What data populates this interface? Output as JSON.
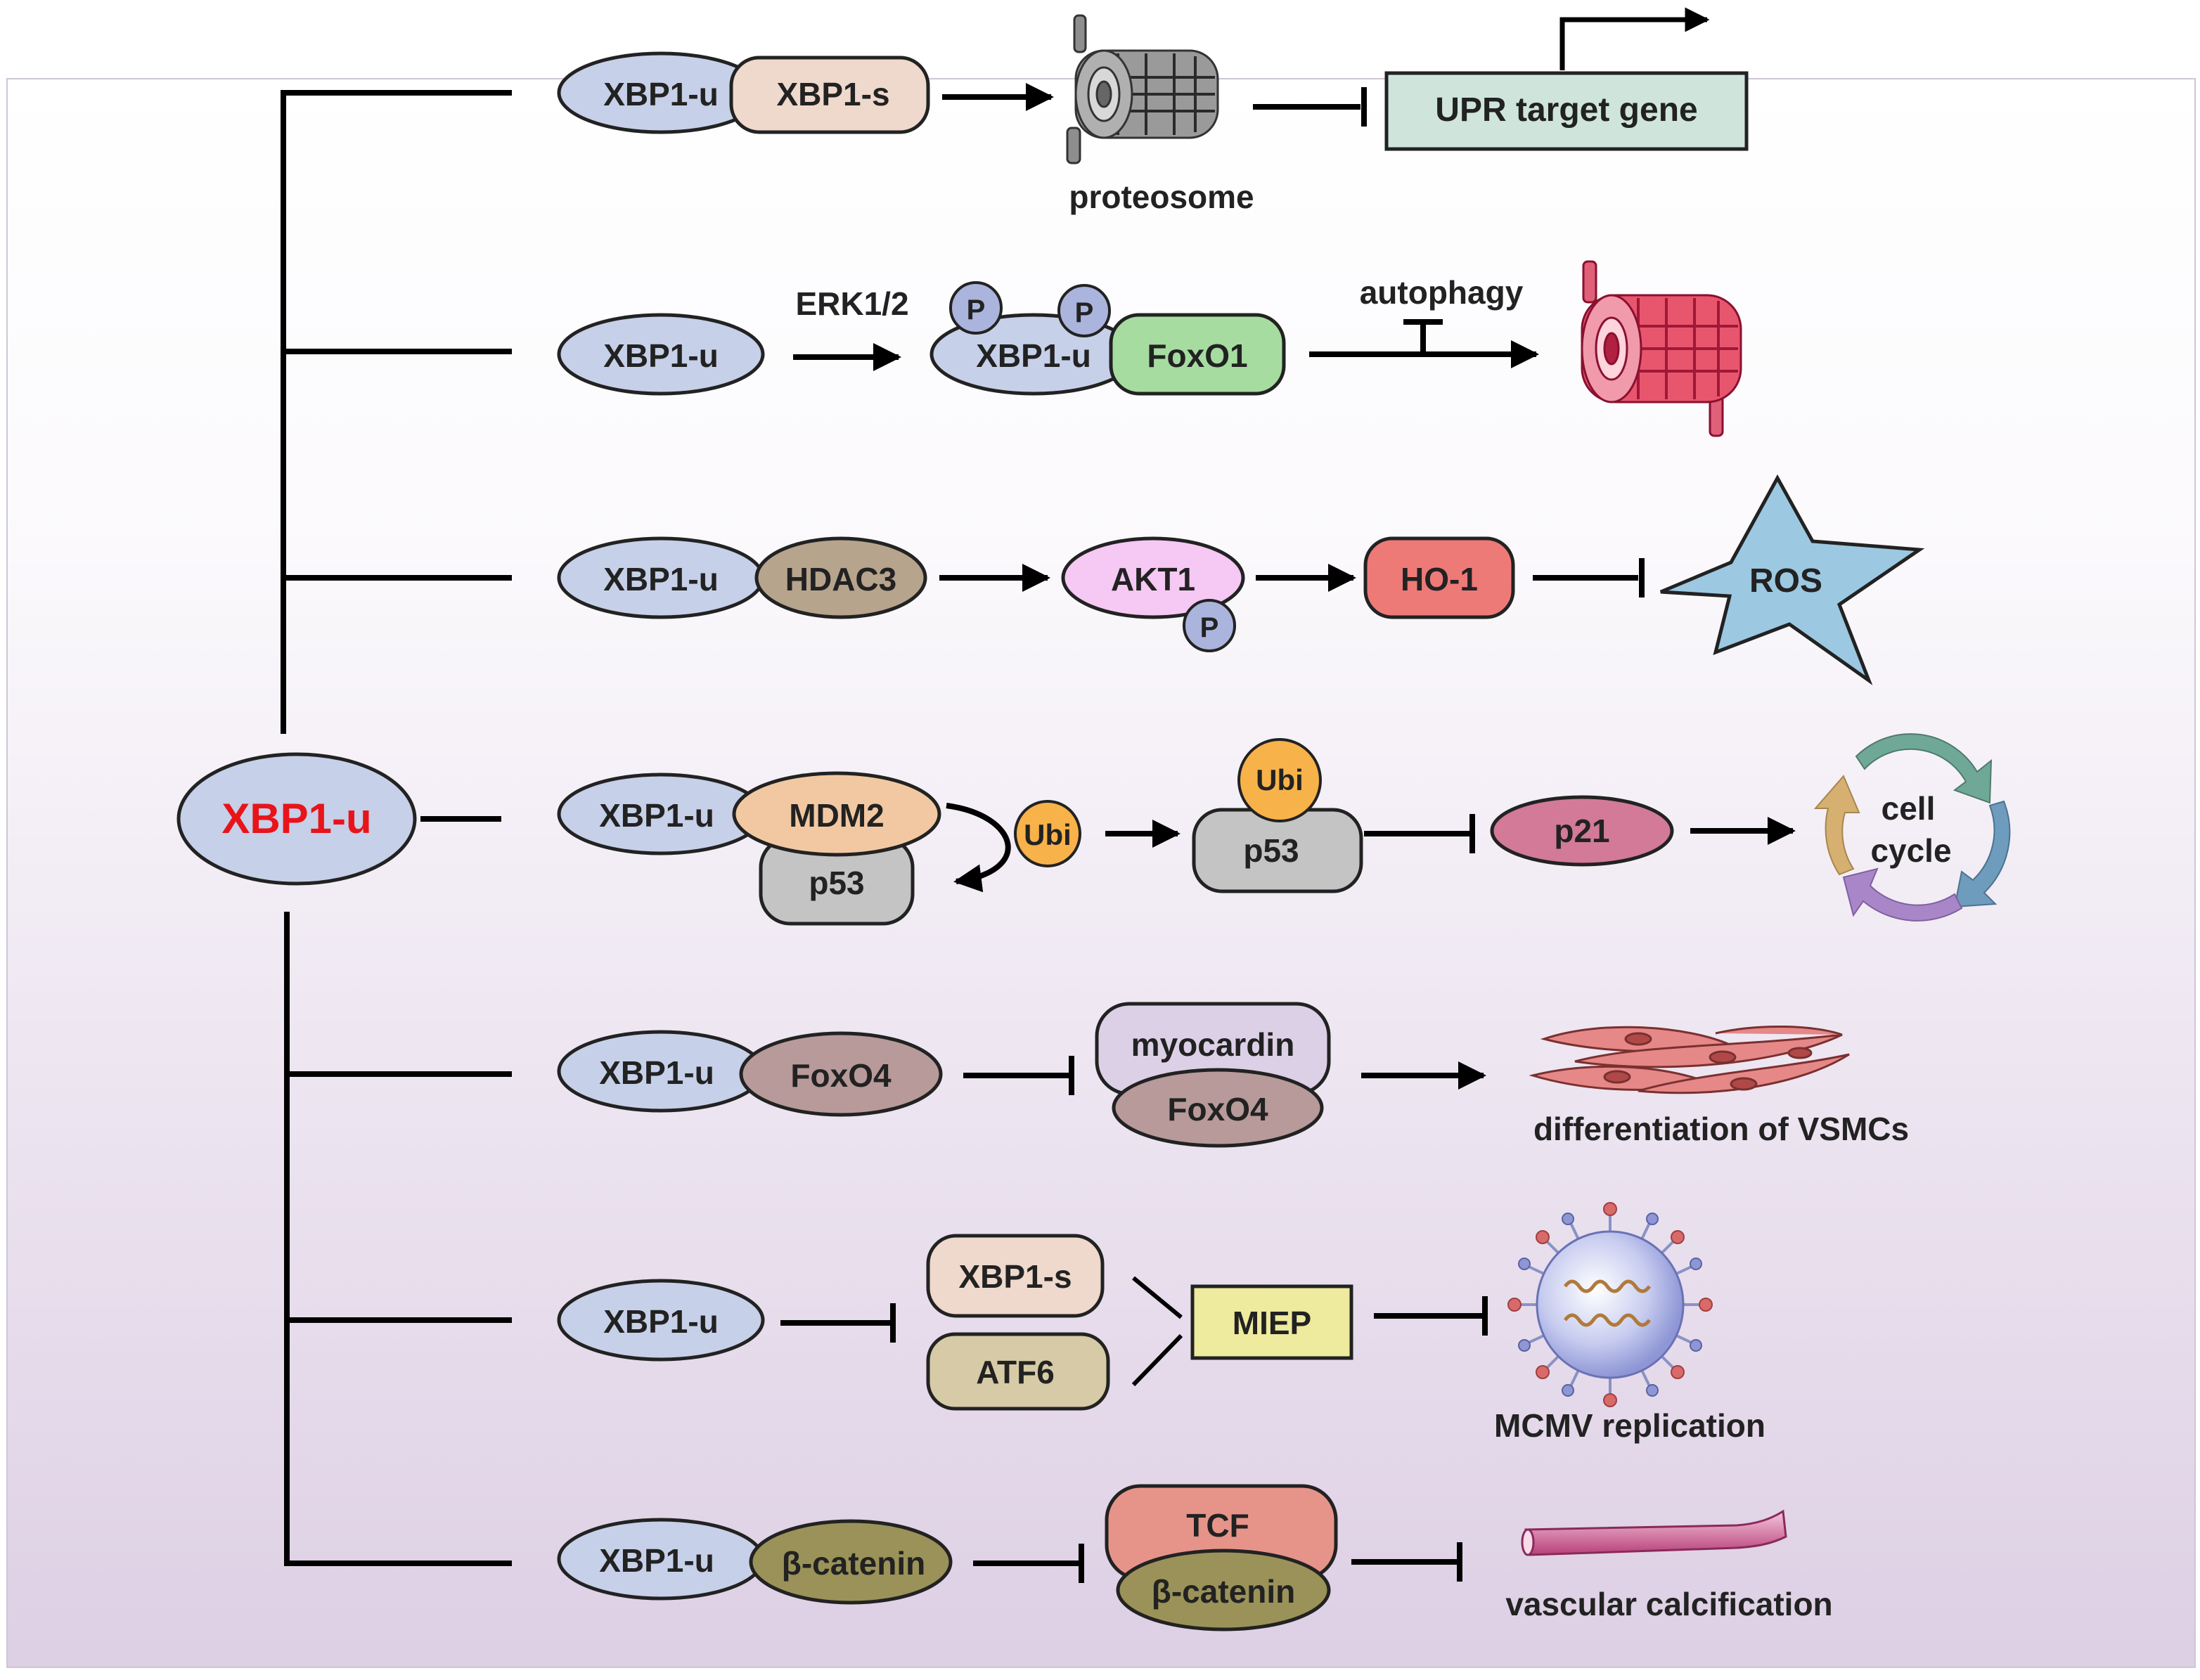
{
  "hub": {
    "label": "XBP1-u",
    "color": "#e8141a"
  },
  "rows": {
    "r1": {
      "a": "XBP1-u",
      "b": "XBP1-s",
      "organelle": "proteosome",
      "target": "UPR target gene"
    },
    "r2": {
      "a": "XBP1-u",
      "kinase": "ERK1/2",
      "p1": "P",
      "p2": "P",
      "complex_a": "XBP1-u",
      "complex_b": "FoxO1",
      "process": "autophagy"
    },
    "r3": {
      "a": "XBP1-u",
      "b": "HDAC3",
      "akt": "AKT1",
      "p": "P",
      "ho": "HO-1",
      "ros": "ROS"
    },
    "r4": {
      "a": "XBP1-u",
      "mdm2": "MDM2",
      "p53": "p53",
      "ubi": "Ubi",
      "ubi2": "Ubi",
      "p53b": "p53",
      "p21": "p21",
      "cycle_line1": "cell",
      "cycle_line2": "cycle"
    },
    "r5": {
      "a": "XBP1-u",
      "b": "FoxO4",
      "myocardin": "myocardin",
      "foxo4": "FoxO4",
      "outcome": "differentiation of VSMCs"
    },
    "r6": {
      "a": "XBP1-u",
      "xbp1s": "XBP1-s",
      "atf6": "ATF6",
      "miep": "MIEP",
      "outcome": "MCMV replication"
    },
    "r7": {
      "a": "XBP1-u",
      "b": "β-catenin",
      "tcf": "TCF",
      "bcat": "β-catenin",
      "outcome": "vascular calcification"
    }
  },
  "colors": {
    "xbp1u": "#c6d0e8",
    "xbp1s": "#efd8cc",
    "upr_box": "#cfe5dc",
    "foxo1": "#a6dca0",
    "hdac3": "#b6a48c",
    "akt1": "#f6c8f4",
    "ho1": "#ee7a78",
    "ros": "#9cc8e2",
    "mdm2": "#f2c8a2",
    "p53": "#c4c4c4",
    "ubi": "#f7b24a",
    "p21": "#d27a98",
    "foxo4": "#b89a9a",
    "myocardin": "#dcd0e6",
    "atf6": "#d6cba6",
    "miep": "#eeea9e",
    "tcf": "#e6948a",
    "bcatenin": "#9a9258",
    "phospho": "#aab4dc"
  }
}
